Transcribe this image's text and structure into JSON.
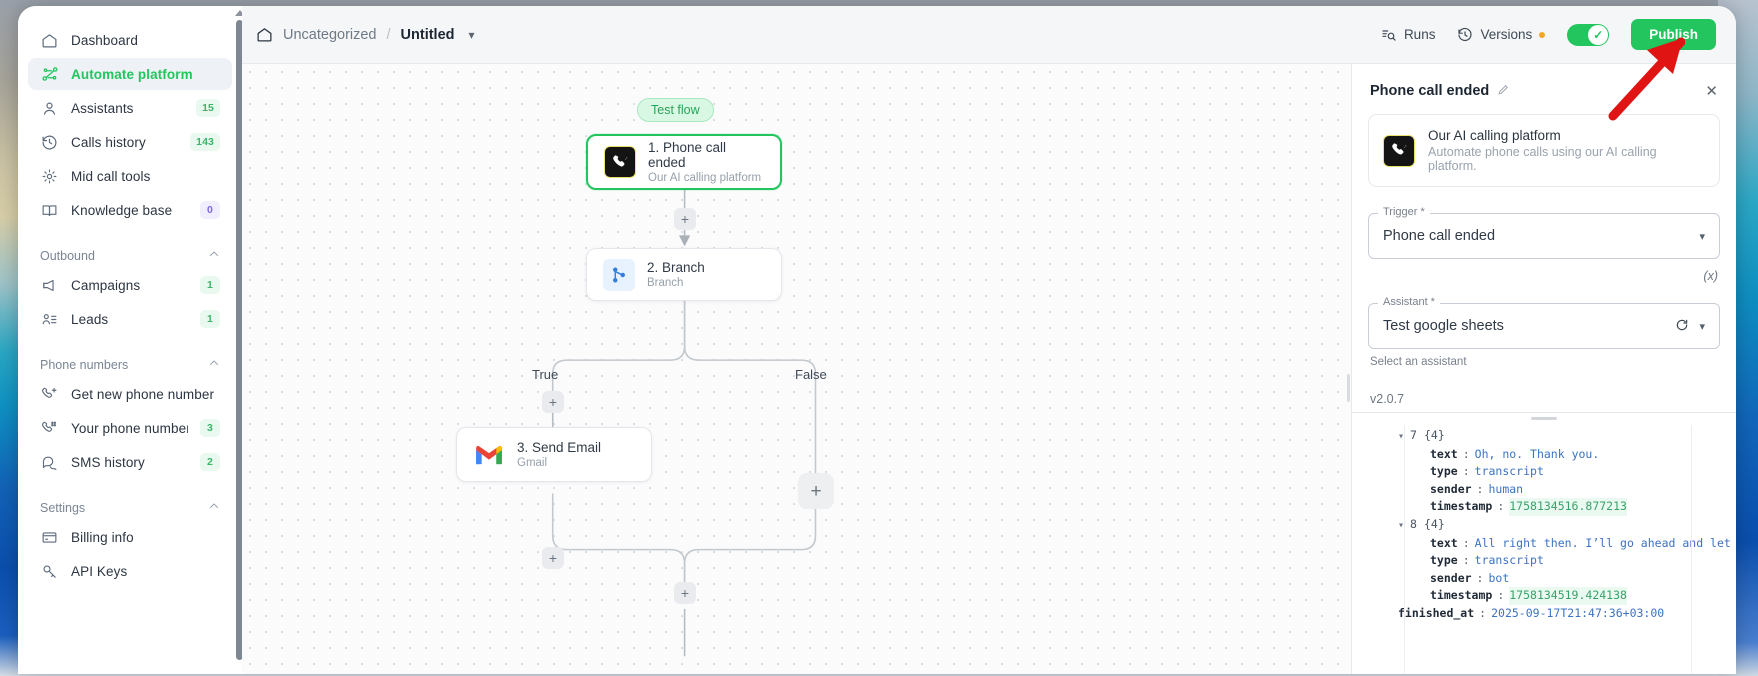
{
  "sidebar": {
    "main_items": [
      {
        "label": "Dashboard",
        "icon": "home-icon",
        "badge": null,
        "active": false
      },
      {
        "label": "Automate platform",
        "icon": "workflow-icon",
        "badge": null,
        "active": true
      },
      {
        "label": "Assistants",
        "icon": "user-icon",
        "badge": "15",
        "active": false
      },
      {
        "label": "Calls history",
        "icon": "clock-history-icon",
        "badge": "143",
        "active": false
      },
      {
        "label": "Mid call tools",
        "icon": "tools-icon",
        "badge": null,
        "active": false
      },
      {
        "label": "Knowledge base",
        "icon": "book-icon",
        "badge": "0",
        "badge_style": "purple",
        "active": false
      }
    ],
    "groups": [
      {
        "title": "Outbound",
        "chevron": "chevron-up-icon",
        "items": [
          {
            "label": "Campaigns",
            "icon": "megaphone-icon",
            "badge": "1"
          },
          {
            "label": "Leads",
            "icon": "leads-icon",
            "badge": "1"
          }
        ]
      },
      {
        "title": "Phone numbers",
        "chevron": "chevron-up-icon",
        "items": [
          {
            "label": "Get new phone number",
            "icon": "phone-plus-icon",
            "badge": null
          },
          {
            "label": "Your phone numbers",
            "icon": "phone-grid-icon",
            "badge": "3"
          },
          {
            "label": "SMS history",
            "icon": "chat-icon",
            "badge": "2"
          }
        ]
      },
      {
        "title": "Settings",
        "chevron": "chevron-up-icon",
        "items": [
          {
            "label": "Billing info",
            "icon": "card-icon",
            "badge": null
          },
          {
            "label": "API Keys",
            "icon": "key-icon",
            "badge": null
          }
        ]
      }
    ]
  },
  "topbar": {
    "home_icon": "home-icon",
    "crumb_parent": "Uncategorized",
    "crumb_sep": "/",
    "crumb_current": "Untitled",
    "crumb_caret": "chevron-down-icon",
    "runs_label": "Runs",
    "runs_icon": "runs-search-icon",
    "versions_label": "Versions",
    "versions_icon": "clock-history-icon",
    "versions_dot": true,
    "toggle_on": true,
    "publish_label": "Publish",
    "publish_color": "#22c55e"
  },
  "canvas": {
    "test_flow_chip": "Test flow",
    "nodes": [
      {
        "id": "n1",
        "title": "1. Phone call ended",
        "subtitle": "Our AI calling platform",
        "icon": "phone-call-icon",
        "selected": true
      },
      {
        "id": "n2",
        "title": "2. Branch",
        "subtitle": "Branch",
        "icon": "branch-icon",
        "selected": false
      },
      {
        "id": "n3",
        "title": "3. Send Email",
        "subtitle": "Gmail",
        "icon": "gmail-icon",
        "selected": false
      }
    ],
    "edge_labels": {
      "true": "True",
      "false": "False"
    },
    "plus_label": "+"
  },
  "right_panel": {
    "title": "Phone call ended",
    "edit_icon": "pencil-icon",
    "close_icon": "close-icon",
    "card": {
      "icon": "phone-call-icon",
      "title": "Our AI calling platform",
      "subtitle": "Automate phone calls using our AI calling platform."
    },
    "trigger_field": {
      "legend": "Trigger *",
      "value": "Phone call ended",
      "caret": "chevron-down-icon"
    },
    "fx_marker": "(x)",
    "assistant_field": {
      "legend": "Assistant *",
      "value": "Test google sheets",
      "refresh_icon": "refresh-icon",
      "caret": "chevron-down-icon",
      "help": "Select an assistant"
    },
    "version": "v2.0.7"
  },
  "json_pane": {
    "rows": [
      {
        "type": "group",
        "caret": "chevron-down-icon",
        "index": "7",
        "count": "{4}"
      },
      {
        "type": "kv",
        "key": "text",
        "value": "Oh, no. Thank you.",
        "value_kind": "string"
      },
      {
        "type": "kv",
        "key": "type",
        "value": "transcript",
        "value_kind": "string"
      },
      {
        "type": "kv",
        "key": "sender",
        "value": "human",
        "value_kind": "string"
      },
      {
        "type": "kv",
        "key": "timestamp",
        "value": "1758134516.877213",
        "value_kind": "number"
      },
      {
        "type": "group",
        "caret": "chevron-down-icon",
        "index": "8",
        "count": "{4}"
      },
      {
        "type": "kv",
        "key": "text",
        "value": "All right then. I’ll go ahead and let you go. Tak",
        "value_kind": "string"
      },
      {
        "type": "kv",
        "key": "type",
        "value": "transcript",
        "value_kind": "string"
      },
      {
        "type": "kv",
        "key": "sender",
        "value": "bot",
        "value_kind": "string"
      },
      {
        "type": "kv",
        "key": "timestamp",
        "value": "1758134519.424138",
        "value_kind": "number"
      },
      {
        "type": "kv-root",
        "key": "finished_at",
        "value": "2025-09-17T21:47:36+03:00",
        "value_kind": "string"
      }
    ]
  },
  "annotation": {
    "arrow_color": "#e11414",
    "points_to": "publish-button"
  }
}
